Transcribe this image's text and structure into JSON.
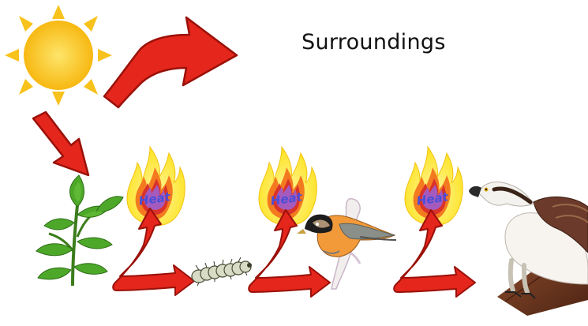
{
  "title": "Surroundings",
  "heat_label": "Heat",
  "colors": {
    "arrow_red": "#e4261c",
    "arrow_dark": "#9a1109",
    "sun_yellow": "#f8c21c",
    "flame_yellow": "#fde21c",
    "flame_orange": "#f47a20",
    "flame_red": "#d9322a",
    "flame_purple": "#a55bbd"
  },
  "organisms": [
    "sun",
    "plant",
    "caterpillar",
    "bird",
    "osprey"
  ],
  "heat_sources": [
    "plant",
    "caterpillar",
    "bird"
  ]
}
